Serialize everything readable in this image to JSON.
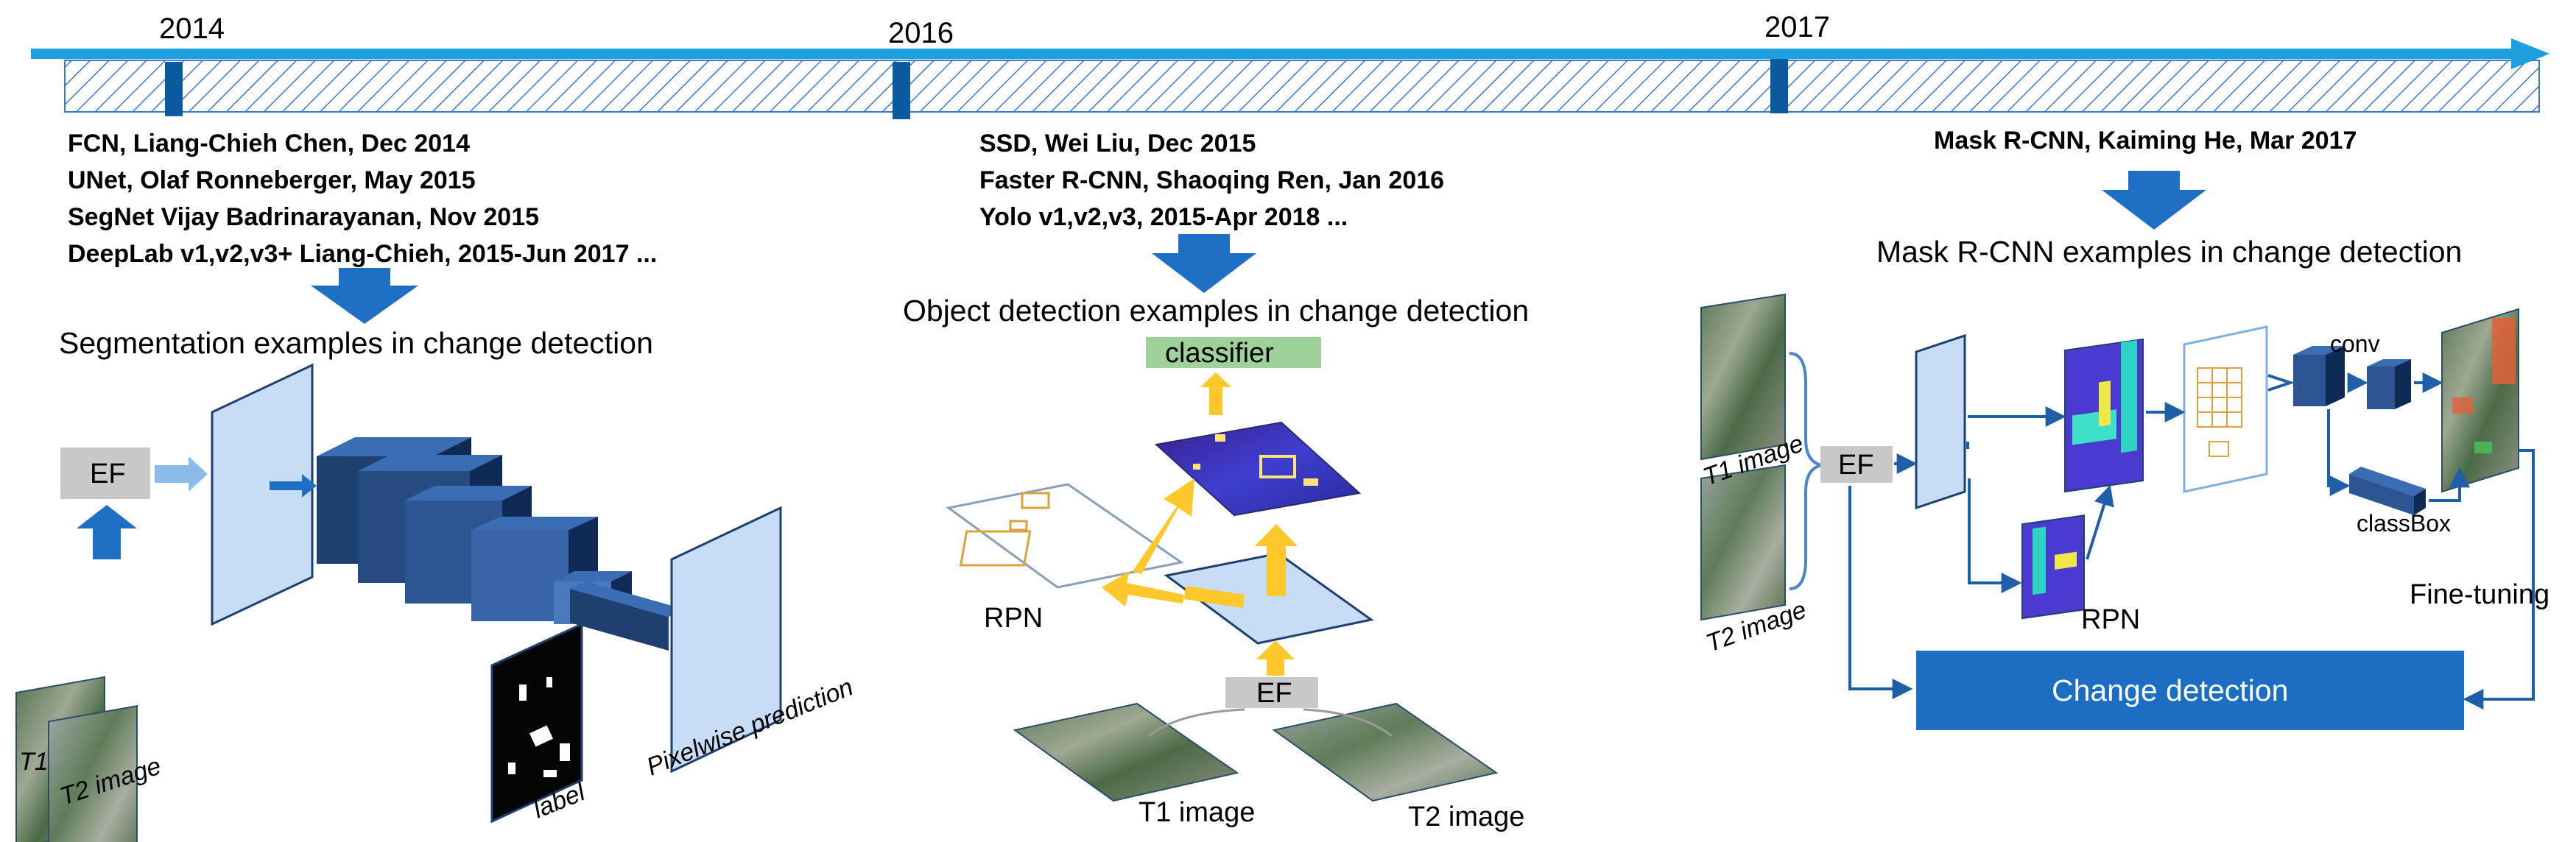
{
  "timeline": {
    "years": [
      "2014",
      "2016",
      "2017"
    ],
    "accent": "#1ea0e0",
    "marker_color": "#0b5aa0"
  },
  "papers": {
    "segmentation": [
      "FCN, Liang-Chieh Chen, Dec 2014",
      "UNet, Olaf Ronneberger, May 2015",
      "SegNet Vijay Badrinarayanan, Nov 2015",
      "DeepLab v1,v2,v3+ Liang-Chieh, 2015-Jun 2017  ..."
    ],
    "detection": [
      "SSD, Wei Liu, Dec 2015",
      "Faster R-CNN, Shaoqing Ren, Jan 2016",
      "Yolo v1,v2,v3, 2015-Apr 2018 ..."
    ],
    "mask": [
      "Mask R-CNN, Kaiming He, Mar 2017"
    ]
  },
  "sections": {
    "segmentation": {
      "heading": "Segmentation examples in change detection",
      "ef": "EF",
      "t1": "T1",
      "t2": "T2 image",
      "label": "label",
      "prediction": "Pixelwise prediction"
    },
    "detection": {
      "heading": "Object detection examples in change detection",
      "classifier": "classifier",
      "rpn": "RPN",
      "ef": "EF",
      "t1": "T1 image",
      "t2": "T2 image"
    },
    "mask": {
      "heading": "Mask R-CNN examples in change detection",
      "ef": "EF",
      "t1": "T1 image",
      "t2": "T2 image",
      "rpn": "RPN",
      "conv": "conv",
      "classbox": "classBox",
      "finetuning": "Fine-tuning",
      "change_detection": "Change detection"
    }
  },
  "colors": {
    "arrow_blue": "#1f6fc5",
    "box_gray": "#c8c8c8",
    "classifier_green": "#9fd19a",
    "navy": "#1f3f6f",
    "light_blue": "#c7dcf5",
    "yellow": "#ffc82a",
    "change_box": "#1b6ec2"
  },
  "icons": [
    "down-arrow-icon",
    "right-arrow-icon",
    "up-arrow-icon"
  ]
}
